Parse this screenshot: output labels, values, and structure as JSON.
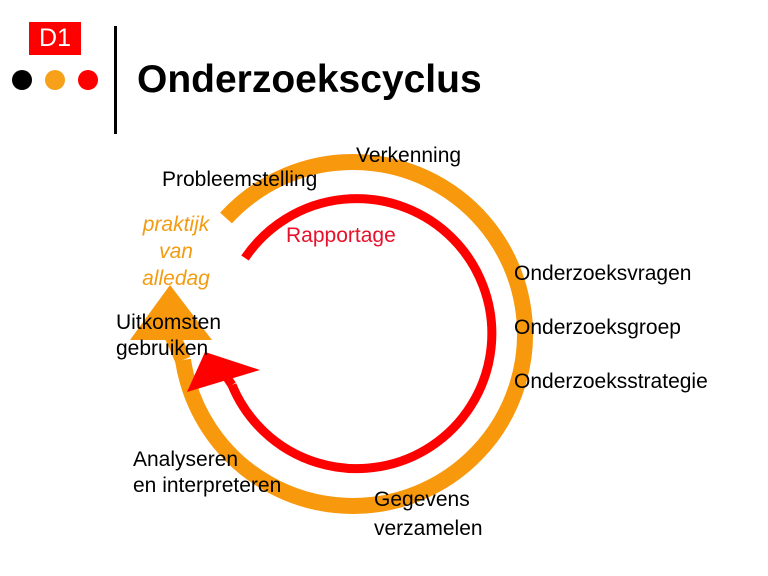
{
  "header": {
    "badge": "D1",
    "dots": [
      "#000000",
      "#f7a01a",
      "#ff0000"
    ],
    "title": "Onderzoekscyclus"
  },
  "colors": {
    "outer_cycle": "#f7980d",
    "inner_cycle": "#ff0000",
    "badge_bg": "#ff0000"
  },
  "diagram": {
    "outer_cycle_labels": {
      "verkenning": "Verkenning",
      "probleemstelling": "Probleemstelling",
      "onderzoeksvragen": "Onderzoeksvragen",
      "onderzoeksgroep": "Onderzoeksgroep",
      "onderzoeksstrategie": "Onderzoeksstrategie",
      "gegevens_1": "Gegevens",
      "gegevens_2": "verzamelen",
      "analyseren_1": "Analyseren",
      "analyseren_2": "en interpreteren",
      "uitkomsten_1": "Uitkomsten",
      "uitkomsten_2": "gebruiken"
    },
    "praktijk": [
      "praktijk",
      "van",
      "alledag"
    ],
    "inner_cycle_label": "Rapportage"
  }
}
